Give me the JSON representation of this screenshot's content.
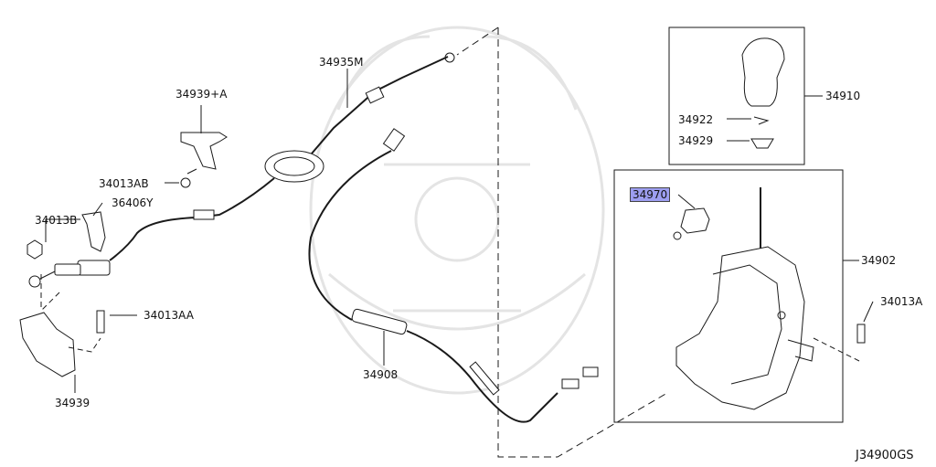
{
  "diagram_code": "J34900GS",
  "parts": [
    {
      "id": "p-34935m",
      "label": "34935M"
    },
    {
      "id": "p-34939a",
      "label": "34939+A"
    },
    {
      "id": "p-34013ab",
      "label": "34013AB"
    },
    {
      "id": "p-36406y",
      "label": "36406Y"
    },
    {
      "id": "p-34013b",
      "label": "34013B"
    },
    {
      "id": "p-34013aa",
      "label": "34013AA"
    },
    {
      "id": "p-34939",
      "label": "34939"
    },
    {
      "id": "p-34908",
      "label": "34908"
    },
    {
      "id": "p-34910",
      "label": "34910"
    },
    {
      "id": "p-34922",
      "label": "34922"
    },
    {
      "id": "p-34929",
      "label": "34929"
    },
    {
      "id": "p-34970",
      "label": "34970",
      "highlighted": true
    },
    {
      "id": "p-34902",
      "label": "34902"
    },
    {
      "id": "p-34013a",
      "label": "34013A"
    }
  ],
  "colors": {
    "line": "#1a1a1a",
    "highlight": "#9d9ef0",
    "watermark": "#e6e6e6"
  }
}
